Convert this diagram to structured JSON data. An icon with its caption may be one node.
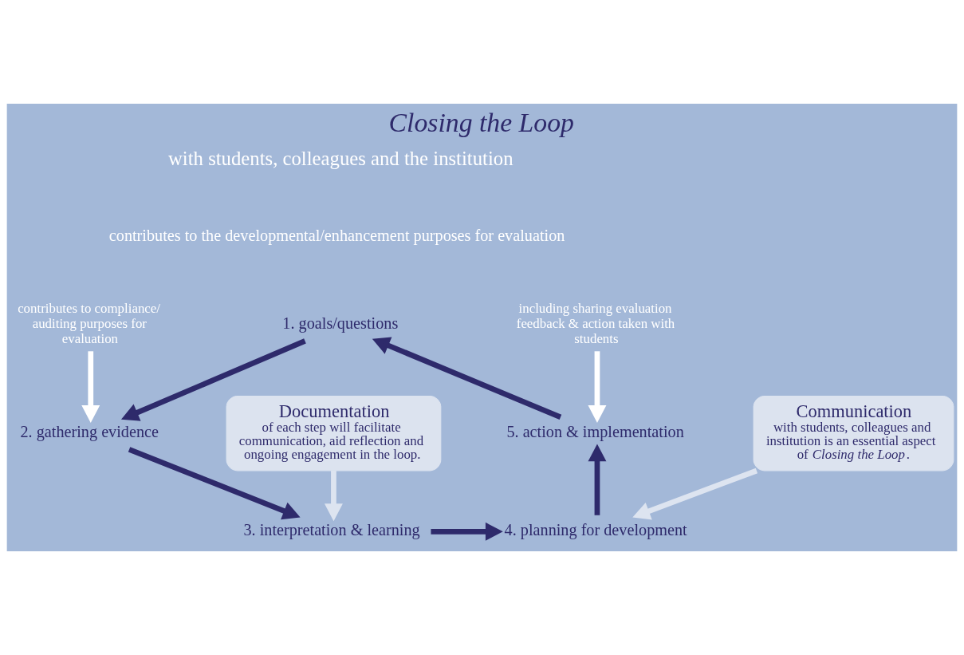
{
  "diagram": {
    "title": "Closing the Loop",
    "nodes": [
      {
        "text": [
          "1. goals/questions"
        ]
      },
      {
        "text": [
          "2. gathering evidence"
        ]
      },
      {
        "text": [
          "3. interpretation & learning"
        ]
      },
      {
        "text": [
          "4. planning for development"
        ]
      },
      {
        "text": [
          "5. action & implementation"
        ]
      },
      {
        "text": [
          "contributes to compliance/ auditing purposes for evaluation"
        ]
      },
      {
        "text": [
          "including sharing evaluation feedback & action taken with students"
        ]
      },
      {
        "text": [
          "Communication",
          "with students, colleagues and institution is an essential aspect of *Closing the Loop*."
        ]
      },
      {
        "text": [
          "Documentation",
          "of each step will facilitate communication, aid reflection and ongoing engagement in the loop."
        ]
      }
    ],
    "edges": [
      {
        "from": 0,
        "to": 1,
        "arrow": "to"
      },
      {
        "from": 1,
        "to": 2,
        "arrow": "to"
      },
      {
        "from": 2,
        "to": 3,
        "arrow": "to"
      },
      {
        "from": 3,
        "to": 4,
        "arrow": "to"
      },
      {
        "from": 4,
        "to": 0,
        "arrow": "to"
      },
      {
        "from": 5,
        "to": 1,
        "arrow": "to",
        "color": "#ffffff"
      },
      {
        "from": 6,
        "to": 4,
        "arrow": "to",
        "color": "#ffffff"
      },
      {
        "from": 7,
        "to": 3,
        "arrow": "to",
        "color": "#dde4f0"
      },
      {
        "from": 8,
        "to": 2,
        "arrow": "to",
        "color": "#dde4f0"
      }
    ],
    "labels": [
      "with students, colleagues and the institution",
      "contributes to the developmental/enhancement purposes for evaluation"
    ]
  }
}
